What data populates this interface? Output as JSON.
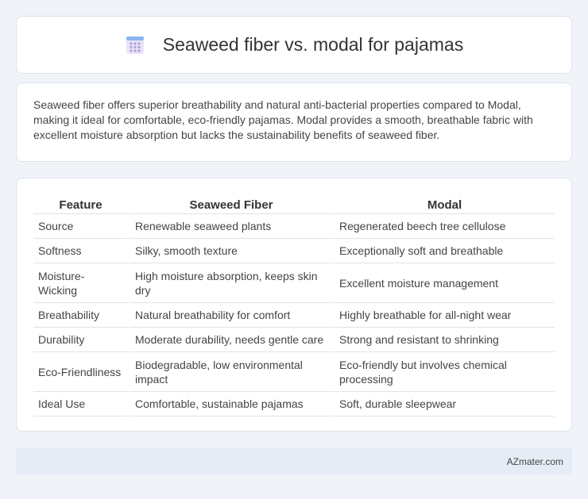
{
  "header": {
    "title": "Seaweed fiber vs. modal for pajamas",
    "icon": "calendar-grid-icon"
  },
  "summary": "Seaweed fiber offers superior breathability and natural anti-bacterial properties compared to Modal, making it ideal for comfortable, eco-friendly pajamas. Modal provides a smooth, breathable fabric with excellent moisture absorption but lacks the sustainability benefits of seaweed fiber.",
  "table": {
    "headers": [
      "Feature",
      "Seaweed Fiber",
      "Modal"
    ],
    "rows": [
      [
        "Source",
        "Renewable seaweed plants",
        "Regenerated beech tree cellulose"
      ],
      [
        "Softness",
        "Silky, smooth texture",
        "Exceptionally soft and breathable"
      ],
      [
        "Moisture-Wicking",
        "High moisture absorption, keeps skin dry",
        "Excellent moisture management"
      ],
      [
        "Breathability",
        "Natural breathability for comfort",
        "Highly breathable for all-night wear"
      ],
      [
        "Durability",
        "Moderate durability, needs gentle care",
        "Strong and resistant to shrinking"
      ],
      [
        "Eco-Friendliness",
        "Biodegradable, low environmental impact",
        "Eco-friendly but involves chemical processing"
      ],
      [
        "Ideal Use",
        "Comfortable, sustainable pajamas",
        "Soft, durable sleepwear"
      ]
    ]
  },
  "footer": {
    "brand": "AZmater.com"
  }
}
